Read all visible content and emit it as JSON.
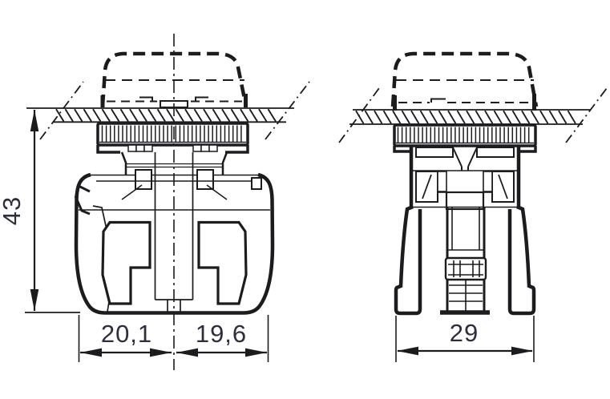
{
  "drawing": {
    "subject": "Panel-mounted push button with contact block — dimensional drawing, front and side views",
    "front_view": {
      "dim_height": "43",
      "dim_width_left": "20,1",
      "dim_width_right": "19,6"
    },
    "side_view": {
      "dim_width": "29"
    },
    "colors": {
      "line": "#1c1c1e",
      "dimension_text": "#2d2d3c",
      "background": "#ffffff"
    }
  }
}
